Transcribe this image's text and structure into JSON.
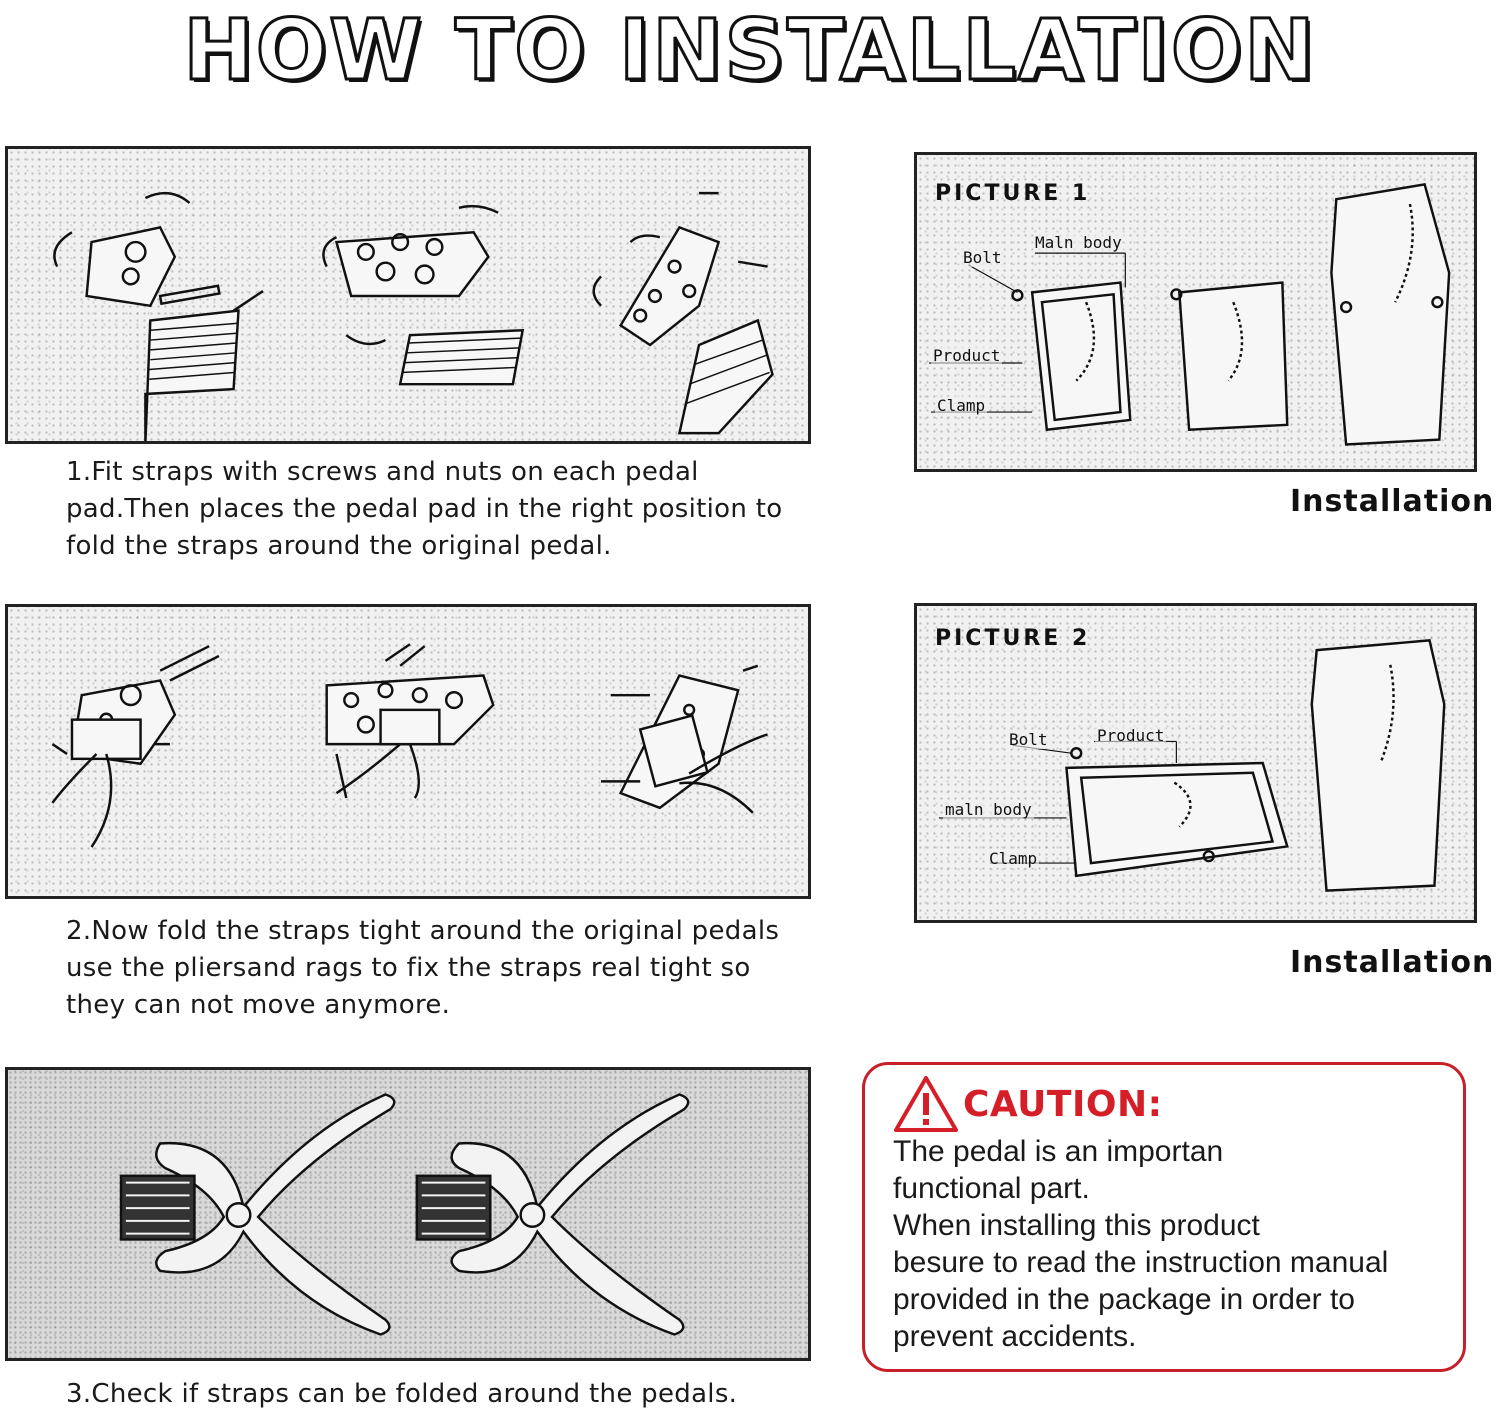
{
  "header": {
    "title": "HOW TO INSTALLATION"
  },
  "steps": [
    {
      "text": "1.Fit straps with screws and nuts on each pedal pad.Then places the pedal pad in the right position to fold the straps around the original pedal."
    },
    {
      "text": "2.Now fold the straps tight around the original pedals use the pliersand rags to fix the straps real tight so they can not move anymore."
    },
    {
      "text": "3.Check if straps can be folded around the pedals."
    }
  ],
  "picture1": {
    "title": "PICTURE 1",
    "labels": {
      "bolt": "Bolt",
      "main_body": "Maln body",
      "product": "Product",
      "clamp": "Clamp"
    },
    "caption": "Installation"
  },
  "picture2": {
    "title": "PICTURE 2",
    "labels": {
      "bolt": "Bolt",
      "product": "Product",
      "main_body": "maln  body",
      "clamp": "Clamp"
    },
    "caption": "Installation"
  },
  "caution": {
    "title": "CAUTION:",
    "lines": [
      "The pedal is an importan",
      "functional part.",
      "When installing this product",
      "besure to read the instruction manual",
      "provided in the package in order to",
      "prevent accidents."
    ],
    "accent_color": "#d51f28"
  }
}
